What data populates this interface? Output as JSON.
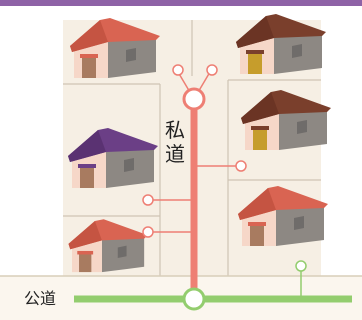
{
  "labels": {
    "private_road_char1": "私",
    "private_road_char2": "道",
    "public_road": "公道"
  },
  "colors": {
    "top_band": "#8e62a6",
    "lot_background": "#f6efe4",
    "lot_line": "#cfc4b4",
    "private_road": "#ee7f74",
    "public_road": "#93cd6e",
    "public_road_band": "#fbf6ee",
    "roof_red": "#d96452",
    "roof_brown": "#7a3f2c",
    "roof_purple": "#6b3f86",
    "wall": "#f6d7c8",
    "wall_side": "#8d8883",
    "door_brown": "#a87b60",
    "door_yellow": "#c69d2c",
    "window": "#6f6c6a"
  }
}
